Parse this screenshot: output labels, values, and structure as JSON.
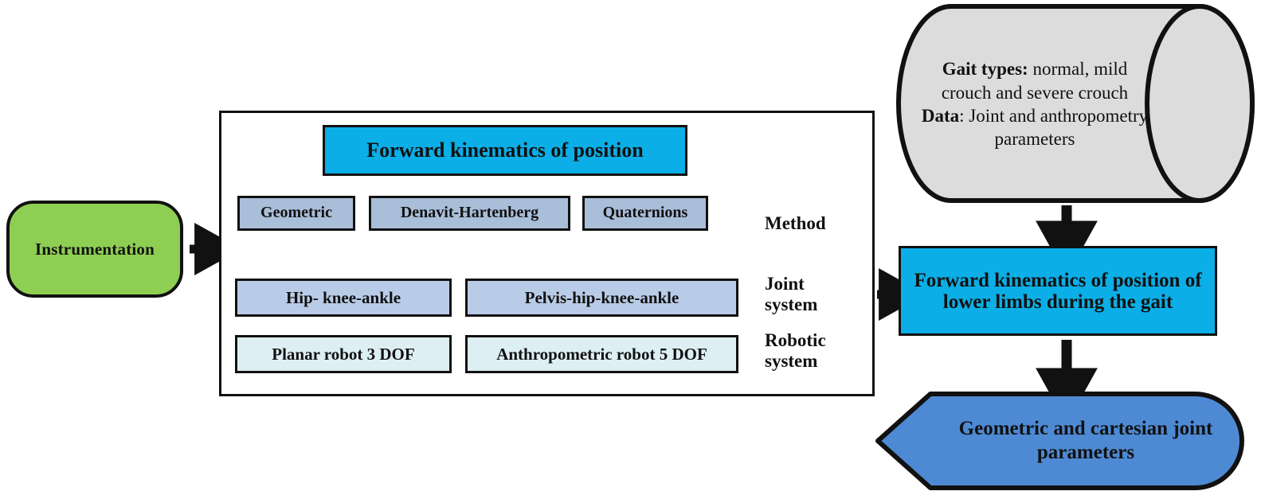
{
  "diagram": {
    "title": "Forward kinematics of position methodology flowchart",
    "colors": {
      "green": "#8ECF53",
      "cyan": "#0BAEE6",
      "steel_blue": "#A9BED9",
      "light_blue": "#B9CCE7",
      "pale_cyan": "#DDEFF3",
      "medium_blue": "#4E8AD4",
      "cylinder_gray": "#DCDCDC",
      "outline": "#111111"
    }
  },
  "input": {
    "instrumentation_label": "Instrumentation"
  },
  "process_block": {
    "header_label": "Forward kinematics of position",
    "methods": [
      {
        "label": "Geometric"
      },
      {
        "label": "Denavit-Hartenberg"
      },
      {
        "label": "Quaternions"
      }
    ],
    "joint_systems": [
      {
        "label": "Hip- knee-ankle"
      },
      {
        "label": "Pelvis-hip-knee-ankle"
      }
    ],
    "robotic_systems": [
      {
        "label": "Planar robot 3 DOF"
      },
      {
        "label": "Anthropometric robot 5 DOF"
      }
    ],
    "row_labels": {
      "method": "Method",
      "joint_system": "Joint system",
      "robotic_system": "Robotic system"
    }
  },
  "data_store": {
    "gait_types_key": "Gait types:",
    "gait_types_value": " normal, mild crouch and severe crouch",
    "data_key": "Data",
    "data_value": ": Joint and anthropometry parameters"
  },
  "output_block": {
    "forward_kinematics_lower_limbs": "Forward kinematics of position of lower limbs during the gait",
    "geometric_cartesian": "Geometric and cartesian joint parameters"
  }
}
